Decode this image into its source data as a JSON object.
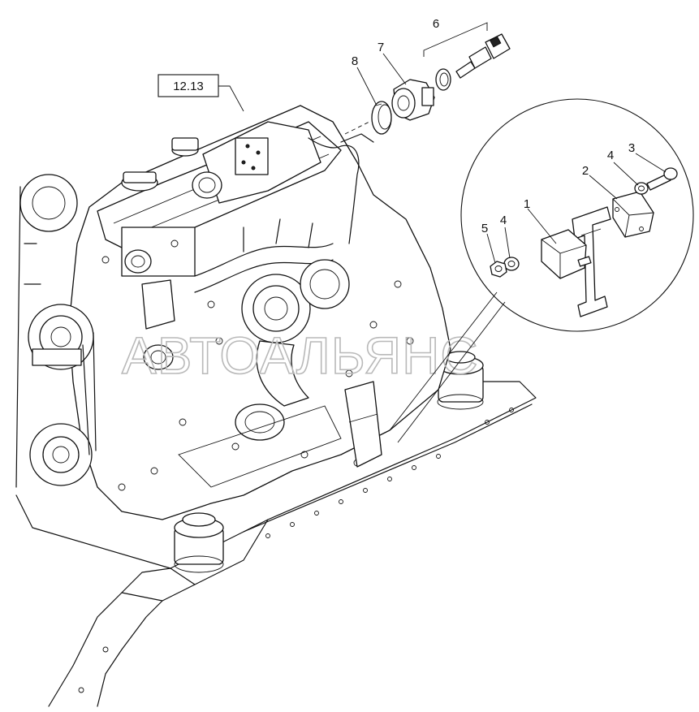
{
  "reference_box": "12.13",
  "callouts": [
    "1",
    "2",
    "3",
    "4",
    "4",
    "5",
    "6",
    "7",
    "8"
  ],
  "watermark": "АВТОАЛЬЯНС",
  "colors": {
    "line": "#111111",
    "background": "#ffffff",
    "watermark": "#b9b9b9"
  }
}
